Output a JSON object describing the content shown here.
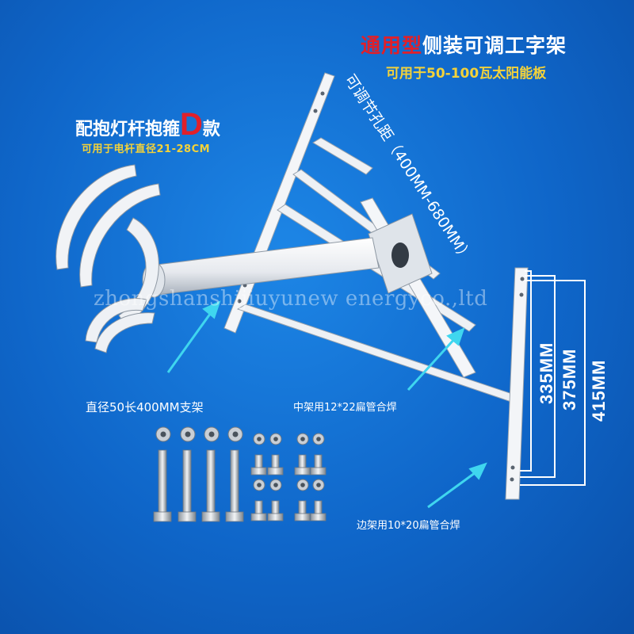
{
  "title": {
    "red_part": "通用型",
    "rest": "侧装可调工字架"
  },
  "subtitle": "可用于50-100瓦太阳能板",
  "clamp": {
    "title_prefix": "配抱灯杆抱箍",
    "title_letter": "D",
    "title_suffix": "款",
    "subtitle": "可用于电杆直径21-28CM"
  },
  "adjust_label": "可调节孔距（400MM-680MM）",
  "labels": {
    "support": "直径50长400MM支架",
    "middle_frame": "中架用12*22扁管合焊",
    "side_frame": "边架用10*20扁管合焊"
  },
  "dimensions": [
    "335MM",
    "375MM",
    "415MM"
  ],
  "watermark": "zhongshanshijiuyunew energyco.,ltd",
  "colors": {
    "background": "#1578dc",
    "accent_red": "#e0202a",
    "accent_yellow": "#f3d23a",
    "steel": "#f2f4f7"
  }
}
